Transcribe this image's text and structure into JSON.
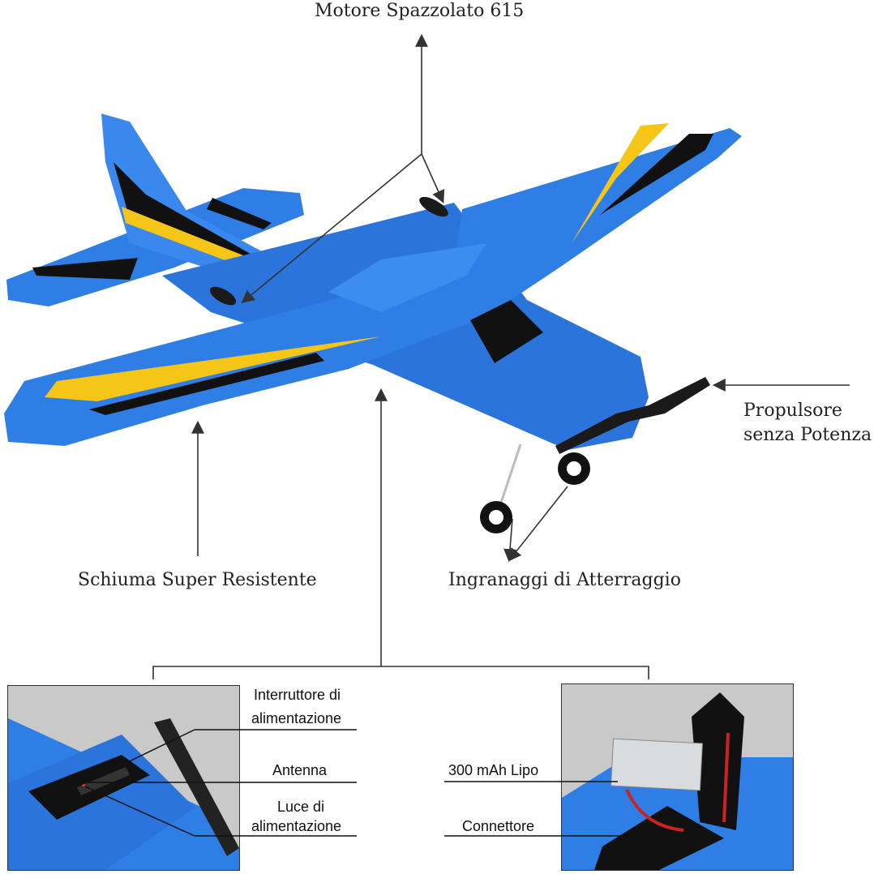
{
  "labels": {
    "motor": "Motore Spazzolato 615",
    "propeller_line1": "Propulsore",
    "propeller_line2": "senza Potenza",
    "foam": "Schiuma Super Resistente",
    "landing_gear": "Ingranaggi di Atterraggio"
  },
  "left_detail": {
    "switch_line1": "Interruttore di",
    "switch_line2": "alimentazione",
    "antenna": "Antenna",
    "light_line1": "Luce di",
    "light_line2": "alimentazione"
  },
  "right_detail": {
    "battery": "300 mAh Lipo",
    "connector": "Connettore"
  },
  "colors": {
    "plane_blue": "#2f7ee6",
    "stripe_yellow": "#f5c518",
    "stripe_black": "#111111",
    "photo_background": "#c9c9c9"
  }
}
